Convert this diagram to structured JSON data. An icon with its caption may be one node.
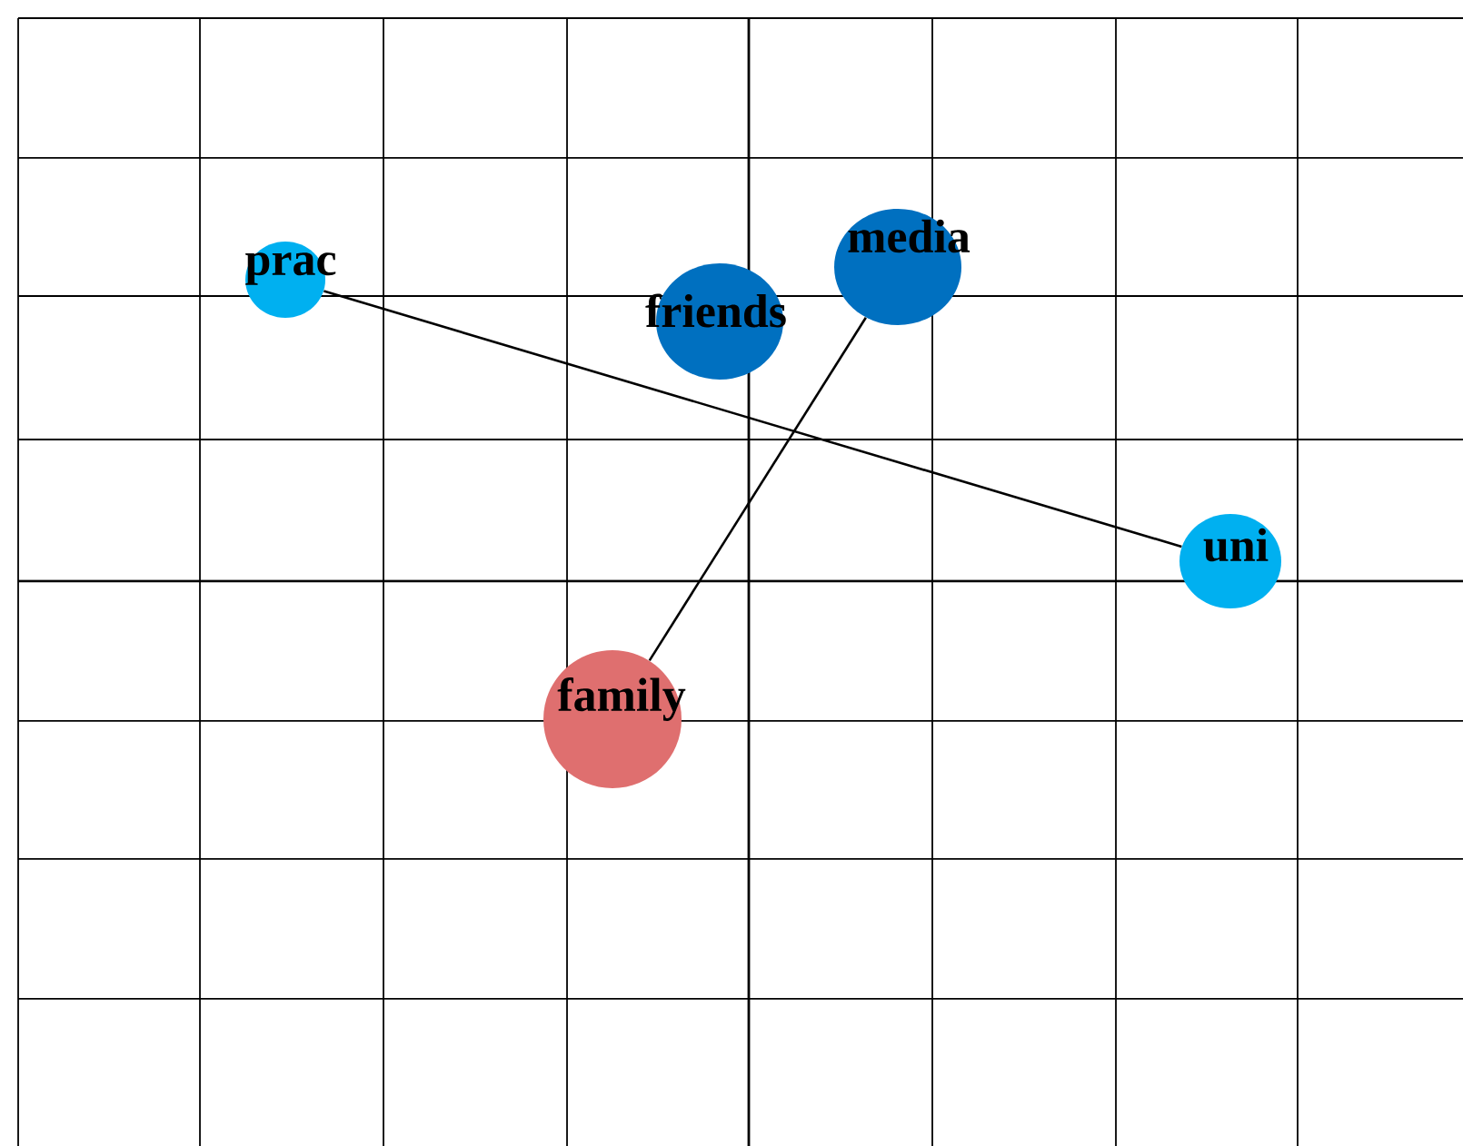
{
  "diagram": {
    "nodes": [
      {
        "text": [
          "prac"
        ]
      },
      {
        "text": [
          "friends"
        ]
      },
      {
        "text": [
          "media"
        ]
      },
      {
        "text": [
          "uni"
        ]
      },
      {
        "text": [
          "family"
        ]
      }
    ],
    "edges": [
      {
        "from": 0,
        "to": 3,
        "arrow": "none"
      },
      {
        "from": 2,
        "to": 4,
        "arrow": "none"
      }
    ]
  }
}
